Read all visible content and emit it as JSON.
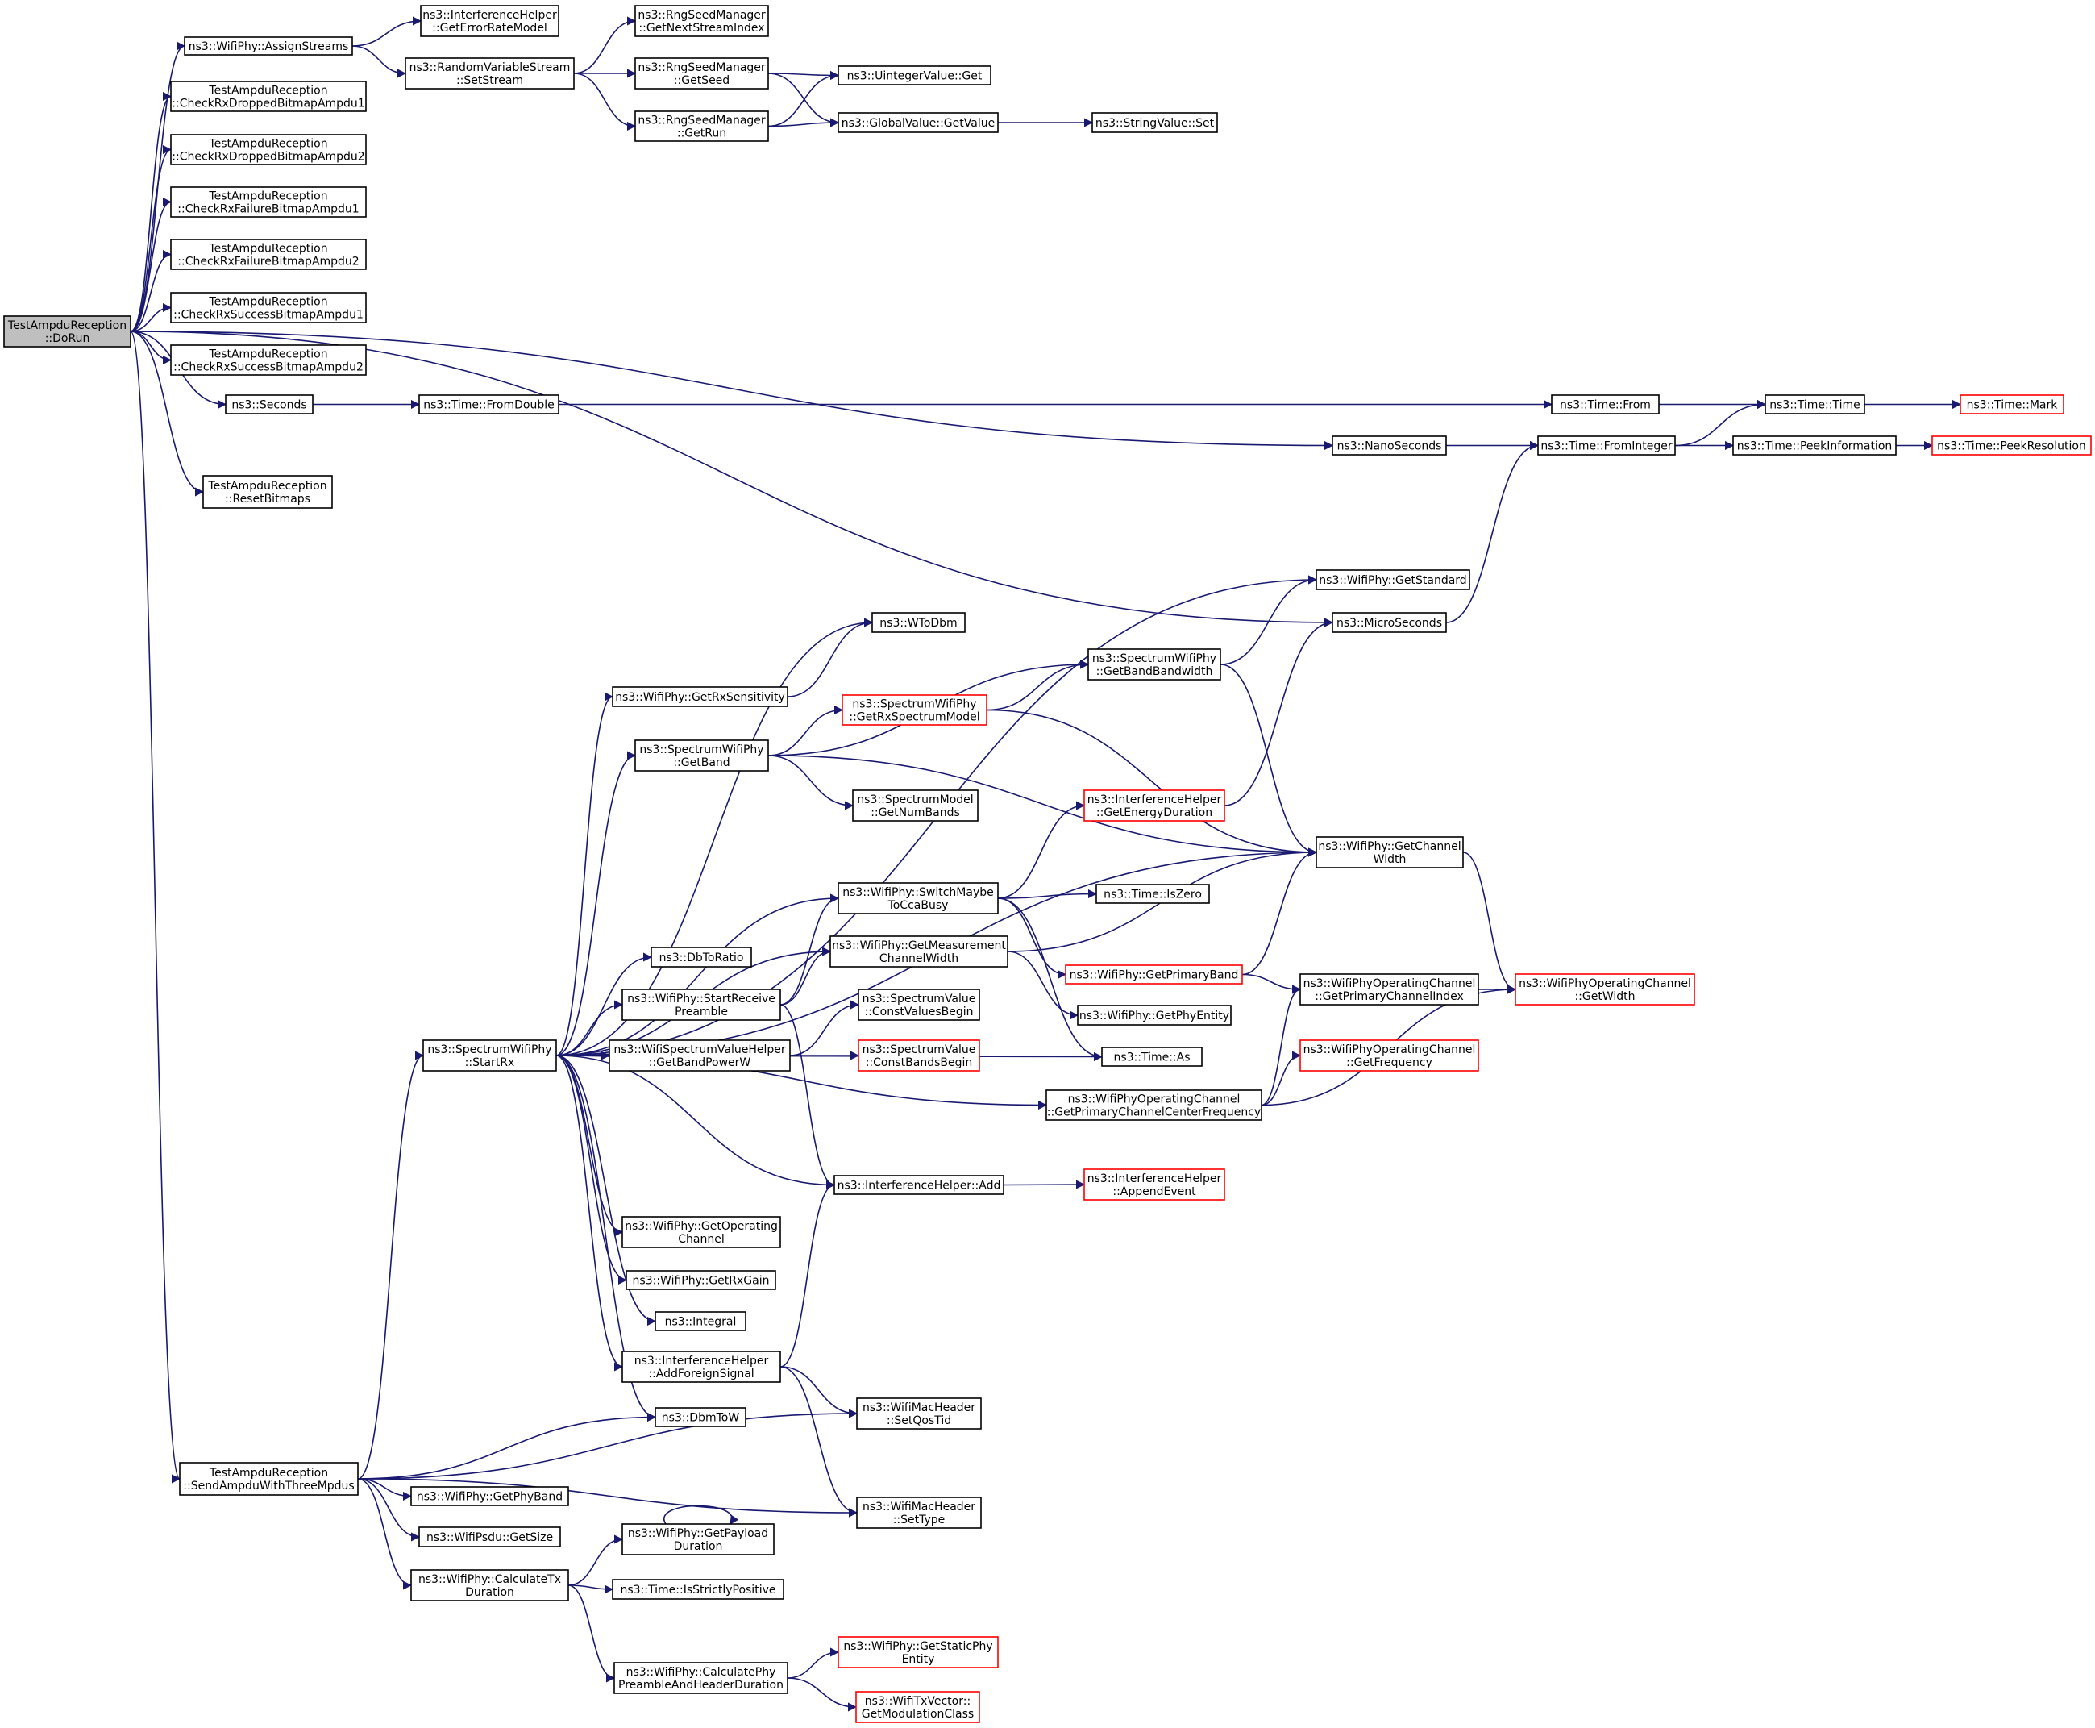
{
  "colors": {
    "edge": "#191970",
    "node_border": "#000000",
    "truncated_border": "#ff0000",
    "root_fill": "#bfbfbf",
    "node_fill": "#ffffff"
  },
  "nodes": {
    "doRun": {
      "lines": [
        "TestAmpduReception",
        "::DoRun"
      ]
    },
    "assignStreams": {
      "lines": [
        "ns3::WifiPhy::AssignStreams"
      ]
    },
    "chkRxDrop1": {
      "lines": [
        "TestAmpduReception",
        "::CheckRxDroppedBitmapAmpdu1"
      ]
    },
    "chkRxDrop2": {
      "lines": [
        "TestAmpduReception",
        "::CheckRxDroppedBitmapAmpdu2"
      ]
    },
    "chkRxFail1": {
      "lines": [
        "TestAmpduReception",
        "::CheckRxFailureBitmapAmpdu1"
      ]
    },
    "chkRxFail2": {
      "lines": [
        "TestAmpduReception",
        "::CheckRxFailureBitmapAmpdu2"
      ]
    },
    "chkRxSucc1": {
      "lines": [
        "TestAmpduReception",
        "::CheckRxSuccessBitmapAmpdu1"
      ]
    },
    "chkRxSucc2": {
      "lines": [
        "TestAmpduReception",
        "::CheckRxSuccessBitmapAmpdu2"
      ]
    },
    "seconds": {
      "lines": [
        "ns3::Seconds"
      ]
    },
    "resetBitmaps": {
      "lines": [
        "TestAmpduReception",
        "::ResetBitmaps"
      ]
    },
    "sendAmpdu": {
      "lines": [
        "TestAmpduReception",
        "::SendAmpduWithThreeMpdus"
      ]
    },
    "ihGetErrorRateModel": {
      "lines": [
        "ns3::InterferenceHelper",
        "::GetErrorRateModel"
      ]
    },
    "rvsSetStream": {
      "lines": [
        "ns3::RandomVariableStream",
        "::SetStream"
      ]
    },
    "rngNextStream": {
      "lines": [
        "ns3::RngSeedManager",
        "::GetNextStreamIndex"
      ]
    },
    "rngGetSeed": {
      "lines": [
        "ns3::RngSeedManager",
        "::GetSeed"
      ]
    },
    "rngGetRun": {
      "lines": [
        "ns3::RngSeedManager",
        "::GetRun"
      ]
    },
    "uintGet": {
      "lines": [
        "ns3::UintegerValue::Get"
      ]
    },
    "gvGetValue": {
      "lines": [
        "ns3::GlobalValue::GetValue"
      ]
    },
    "strSet": {
      "lines": [
        "ns3::StringValue::Set"
      ]
    },
    "timeFromDouble": {
      "lines": [
        "ns3::Time::FromDouble"
      ]
    },
    "timeFrom": {
      "lines": [
        "ns3::Time::From"
      ]
    },
    "timeTime": {
      "lines": [
        "ns3::Time::Time"
      ]
    },
    "timeMark": {
      "lines": [
        "ns3::Time::Mark"
      ]
    },
    "nanoSeconds": {
      "lines": [
        "ns3::NanoSeconds"
      ]
    },
    "timeFromInteger": {
      "lines": [
        "ns3::Time::FromInteger"
      ]
    },
    "timePeekInfo": {
      "lines": [
        "ns3::Time::PeekInformation"
      ]
    },
    "timePeekRes": {
      "lines": [
        "ns3::Time::PeekResolution"
      ]
    },
    "getStandard": {
      "lines": [
        "ns3::WifiPhy::GetStandard"
      ]
    },
    "microSeconds": {
      "lines": [
        "ns3::MicroSeconds"
      ]
    },
    "wToDbm": {
      "lines": [
        "ns3::WToDbm"
      ]
    },
    "getBandBandwidth": {
      "lines": [
        "ns3::SpectrumWifiPhy",
        "::GetBandBandwidth"
      ]
    },
    "getRxSensitivity": {
      "lines": [
        "ns3::WifiPhy::GetRxSensitivity"
      ]
    },
    "getRxSpectrumModel": {
      "lines": [
        "ns3::SpectrumWifiPhy",
        "::GetRxSpectrumModel"
      ]
    },
    "spGetBand": {
      "lines": [
        "ns3::SpectrumWifiPhy",
        "::GetBand"
      ]
    },
    "smGetNumBands": {
      "lines": [
        "ns3::SpectrumModel",
        "::GetNumBands"
      ]
    },
    "ihGetEnergyDuration": {
      "lines": [
        "ns3::InterferenceHelper",
        "::GetEnergyDuration"
      ]
    },
    "getChannelWidth": {
      "lines": [
        "ns3::WifiPhy::GetChannel",
        "Width"
      ]
    },
    "switchMaybe": {
      "lines": [
        "ns3::WifiPhy::SwitchMaybe",
        "ToCcaBusy"
      ]
    },
    "timeIsZero": {
      "lines": [
        "ns3::Time::IsZero"
      ]
    },
    "getMeasChanWidth": {
      "lines": [
        "ns3::WifiPhy::GetMeasurement",
        "ChannelWidth"
      ]
    },
    "getPrimaryBand": {
      "lines": [
        "ns3::WifiPhy::GetPrimaryBand"
      ]
    },
    "dbToRatio": {
      "lines": [
        "ns3::DbToRatio"
      ]
    },
    "opGetPrimaryIdx": {
      "lines": [
        "ns3::WifiPhyOperatingChannel",
        "::GetPrimaryChannelIndex"
      ]
    },
    "opGetWidth": {
      "lines": [
        "ns3::WifiPhyOperatingChannel",
        "::GetWidth"
      ]
    },
    "startRecvPreamble": {
      "lines": [
        "ns3::WifiPhy::StartReceive",
        "Preamble"
      ]
    },
    "svConstValuesBegin": {
      "lines": [
        "ns3::SpectrumValue",
        "::ConstValuesBegin"
      ]
    },
    "getPhyEntity": {
      "lines": [
        "ns3::WifiPhy::GetPhyEntity"
      ]
    },
    "startRx": {
      "lines": [
        "ns3::SpectrumWifiPhy",
        "::StartRx"
      ]
    },
    "getBandPowerW": {
      "lines": [
        "ns3::WifiSpectrumValueHelper",
        "::GetBandPowerW"
      ]
    },
    "svConstBandsBegin": {
      "lines": [
        "ns3::SpectrumValue",
        "::ConstBandsBegin"
      ]
    },
    "timeAs": {
      "lines": [
        "ns3::Time::As"
      ]
    },
    "opGetFrequency": {
      "lines": [
        "ns3::WifiPhyOperatingChannel",
        "::GetFrequency"
      ]
    },
    "opGetPrimCenterFreq": {
      "lines": [
        "ns3::WifiPhyOperatingChannel",
        "::GetPrimaryChannelCenterFrequency"
      ]
    },
    "ihAdd": {
      "lines": [
        "ns3::InterferenceHelper::Add"
      ]
    },
    "ihAppendEvent": {
      "lines": [
        "ns3::InterferenceHelper",
        "::AppendEvent"
      ]
    },
    "getOperatingChannel": {
      "lines": [
        "ns3::WifiPhy::GetOperating",
        "Channel"
      ]
    },
    "getRxGain": {
      "lines": [
        "ns3::WifiPhy::GetRxGain"
      ]
    },
    "integral": {
      "lines": [
        "ns3::Integral"
      ]
    },
    "ihAddForeign": {
      "lines": [
        "ns3::InterferenceHelper",
        "::AddForeignSignal"
      ]
    },
    "macSetQosTid": {
      "lines": [
        "ns3::WifiMacHeader",
        "::SetQosTid"
      ]
    },
    "dbmToW": {
      "lines": [
        "ns3::DbmToW"
      ]
    },
    "getPhyBand": {
      "lines": [
        "ns3::WifiPhy::GetPhyBand"
      ]
    },
    "psduGetSize": {
      "lines": [
        "ns3::WifiPsdu::GetSize"
      ]
    },
    "getPayloadDuration": {
      "lines": [
        "ns3::WifiPhy::GetPayload",
        "Duration"
      ]
    },
    "macSetType": {
      "lines": [
        "ns3::WifiMacHeader",
        "::SetType"
      ]
    },
    "calcTxDuration": {
      "lines": [
        "ns3::WifiPhy::CalculateTx",
        "Duration"
      ]
    },
    "timeIsStrictlyPos": {
      "lines": [
        "ns3::Time::IsStrictlyPositive"
      ]
    },
    "calcPhyPreamble": {
      "lines": [
        "ns3::WifiPhy::CalculatePhy",
        "PreambleAndHeaderDuration"
      ]
    },
    "getStaticPhyEntity": {
      "lines": [
        "ns3::WifiPhy::GetStaticPhy",
        "Entity"
      ]
    },
    "txVecGetModClass": {
      "lines": [
        "ns3::WifiTxVector::",
        "GetModulationClass"
      ]
    }
  }
}
